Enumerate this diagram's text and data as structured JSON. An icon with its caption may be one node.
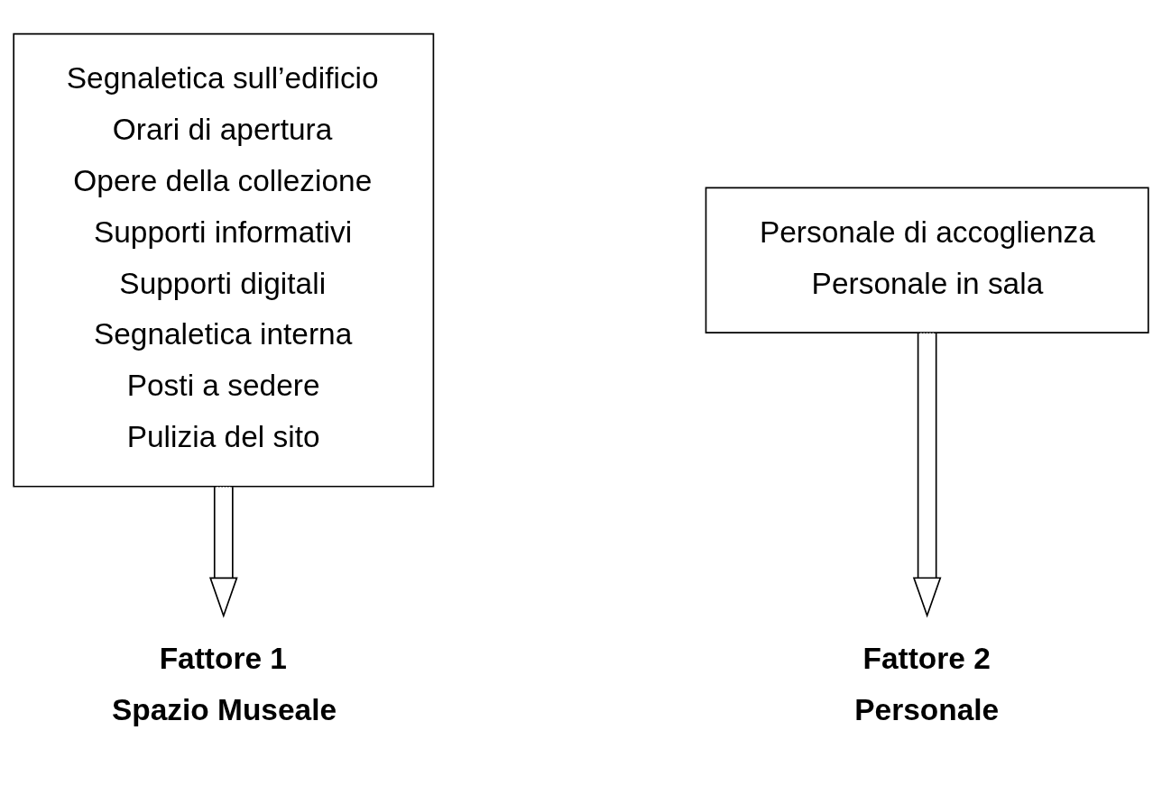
{
  "diagram": {
    "nodes": [
      {
        "text": [
          "Segnaletica sull’edificio",
          "Orari di apertura",
          "Opere della collezione",
          "Supporti informativi",
          "Supporti digitali",
          "Segnaletica interna",
          "Posti a sedere",
          "Pulizia del sito"
        ]
      },
      {
        "text": [
          "Fattore 1",
          "Spazio Museale"
        ]
      },
      {
        "text": [
          "Personale di accoglienza",
          "Personale in sala"
        ]
      },
      {
        "text": [
          "Fattore 2",
          "Personale"
        ]
      }
    ],
    "edges": [
      {
        "from": 0,
        "to": 1,
        "arrow": "to"
      },
      {
        "from": 2,
        "to": 3,
        "arrow": "to"
      }
    ]
  }
}
